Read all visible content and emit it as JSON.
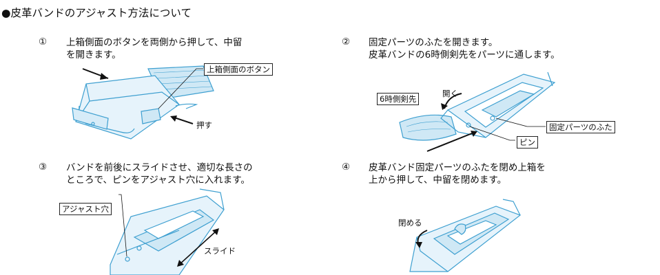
{
  "title": "●皮革バンドのアジャスト方法について",
  "steps": [
    {
      "num": "①",
      "lines": [
        "上箱側面のボタンを両側から押して、中留",
        "を開きます。"
      ],
      "callout": "上箱側面のボタン",
      "label": "押す"
    },
    {
      "num": "②",
      "lines": [
        "固定パーツのふたを開きます。",
        "皮革バンドの6時側剣先をパーツに通します。"
      ],
      "callout_left": "6時側剣先",
      "callout_lid": "固定パーツのふた",
      "callout_pin": "ピン",
      "label": "開く"
    },
    {
      "num": "③",
      "lines": [
        "バンドを前後にスライドさせ、適切な長さの",
        "ところで、ピンをアジャスト穴に入れます。"
      ],
      "callout": "アジャスト穴",
      "label": "スライド"
    },
    {
      "num": "④",
      "lines": [
        "皮革バンド固定パーツのふたを閉め上箱を",
        "上から押して、中留を閉めます。"
      ],
      "label": "閉める"
    }
  ],
  "colors": {
    "sketch": "#3d9fd0",
    "sketch_fill": "#cfe8f5",
    "ink": "#111111"
  }
}
